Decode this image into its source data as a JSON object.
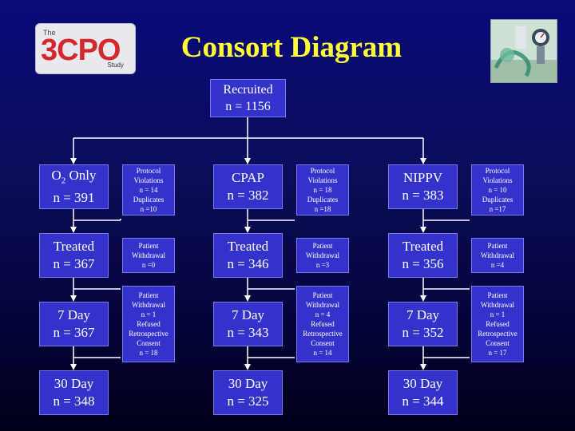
{
  "logo": {
    "the": "The",
    "main": "3CPO",
    "study": "Study"
  },
  "title": "Consort Diagram",
  "recruited": {
    "label": "Recruited",
    "n": "n = 1156"
  },
  "arms": [
    {
      "name_prefix": "O",
      "name_sub": "2",
      "name_suffix": " Only",
      "n": "n = 391",
      "violations": [
        "Protocol",
        "Violations",
        "n = 14",
        "Duplicates",
        "n =10"
      ],
      "treated": "Treated",
      "treated_n": "n = 367",
      "withdrawal": [
        "Patient",
        "Withdrawal",
        "n =0"
      ],
      "day7": "7 Day",
      "day7_n": "n = 367",
      "refused": [
        "Patient",
        "Withdrawal",
        "n = 1",
        "Refused",
        "Retrospective",
        "Consent",
        "n = 18"
      ],
      "day30": "30 Day",
      "day30_n": "n = 348"
    },
    {
      "name": "CPAP",
      "n": "n = 382",
      "violations": [
        "Protocol",
        "Violations",
        "n = 18",
        "Duplicates",
        "n =18"
      ],
      "treated": "Treated",
      "treated_n": "n = 346",
      "withdrawal": [
        "Patient",
        "Withdrawal",
        "n =3"
      ],
      "day7": "7 Day",
      "day7_n": "n = 343",
      "refused": [
        "Patient",
        "Withdrawal",
        "n = 4",
        "Refused",
        "Retrospective",
        "Consent",
        "n = 14"
      ],
      "day30": "30 Day",
      "day30_n": "n = 325"
    },
    {
      "name": "NIPPV",
      "n": "n = 383",
      "violations": [
        "Protocol",
        "Violations",
        "n = 10",
        "Duplicates",
        "n =17"
      ],
      "treated": "Treated",
      "treated_n": "n = 356",
      "withdrawal": [
        "Patient",
        "Withdrawal",
        "n =4"
      ],
      "day7": "7 Day",
      "day7_n": "n = 352",
      "refused": [
        "Patient",
        "Withdrawal",
        "n = 1",
        "Refused",
        "Retrospective",
        "Consent",
        "n = 17"
      ],
      "day30": "30 Day",
      "day30_n": "n = 344"
    }
  ],
  "colors": {
    "title": "#ffff33",
    "box": "#3333cc",
    "background": "#0a0a7a",
    "logo_text": "#d4282e"
  }
}
